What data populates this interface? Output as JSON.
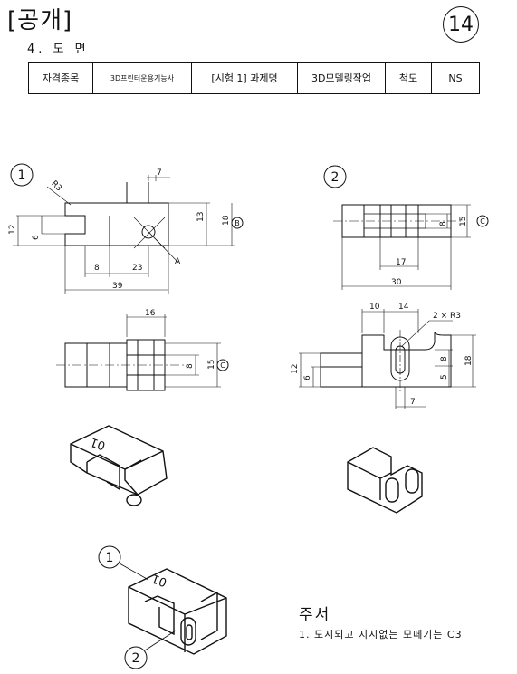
{
  "header": {
    "title": "[공개]",
    "sheet_number": "14",
    "section": "4. 도 면"
  },
  "info_table": {
    "cells": [
      "자격종목",
      "3D프린터운용기능사",
      "[시험 1] 과제명",
      "3D모델링작업",
      "척도",
      "NS"
    ]
  },
  "part1": {
    "label": "1",
    "dims": {
      "r": "R3",
      "d7": "7",
      "d13": "13",
      "d18": "18",
      "d12": "12",
      "d6": "6",
      "d8": "8",
      "d23": "23",
      "d39": "39",
      "a": "A",
      "box": "B"
    }
  },
  "part1_top": {
    "dims": {
      "d16": "16",
      "d8": "8",
      "d15": "15",
      "box": "C"
    }
  },
  "part2": {
    "label": "2",
    "dims": {
      "d8": "8",
      "d15": "15",
      "d17": "17",
      "d30": "30",
      "box": "C"
    }
  },
  "part2_front": {
    "dims": {
      "d10": "10",
      "d14": "14",
      "r": "2 × R3",
      "d12": "12",
      "d6": "6",
      "d8": "8",
      "d5": "5",
      "d18": "18",
      "d7": "7"
    }
  },
  "iso": {
    "engraving": "01"
  },
  "assembly": {
    "label1": "1",
    "label2": "2",
    "engraving": "01"
  },
  "notes": {
    "title": "주서",
    "line1": "1. 도시되고 지시없는 모떼기는 C3"
  }
}
